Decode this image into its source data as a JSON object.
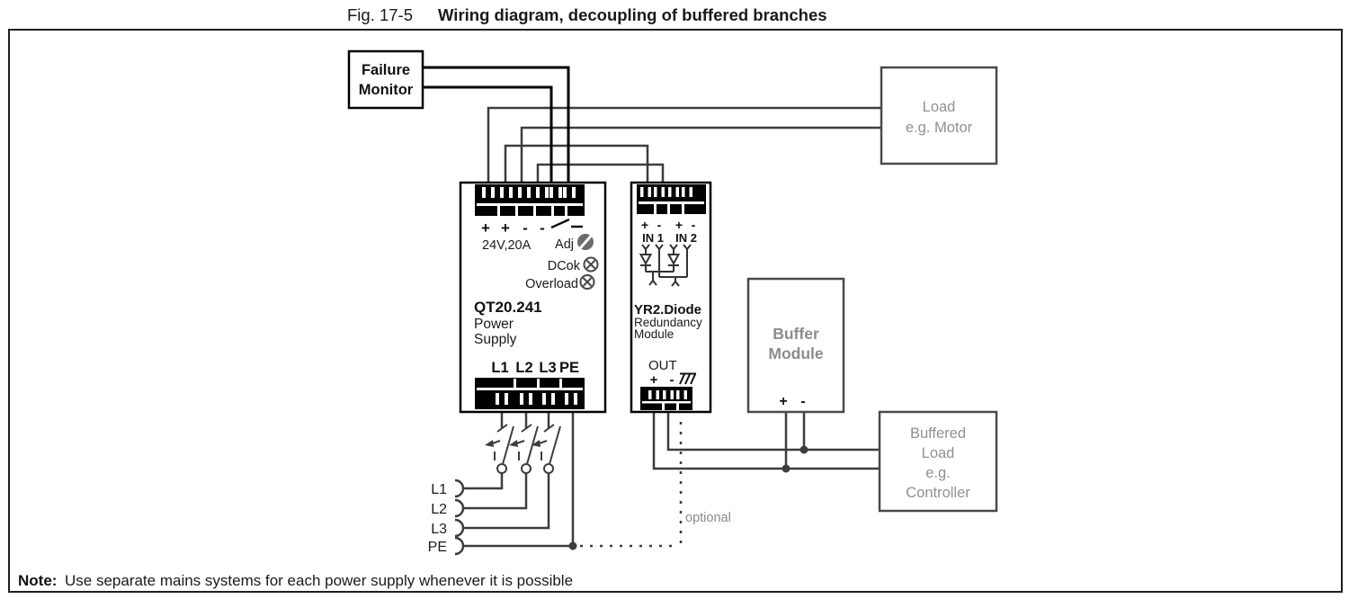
{
  "figure": {
    "label": "Fig. 17-5",
    "title": "Wiring diagram, decoupling of buffered branches"
  },
  "note": {
    "label": "Note:",
    "text": "Use separate mains systems for each power supply whenever it is possible"
  },
  "failure_monitor": {
    "line1": "Failure",
    "line2": "Monitor"
  },
  "power_supply": {
    "terminal_signs": [
      "+",
      "+",
      "-",
      "-"
    ],
    "rating": "24V,20A",
    "adj": "Adj",
    "dcok": "DCok",
    "overload": "Overload",
    "model": "QT20.241",
    "type_line1": "Power",
    "type_line2": "Supply",
    "mains_terminals": [
      "L1",
      "L2",
      "L3",
      "PE"
    ]
  },
  "redundancy_module": {
    "in1_plus": "+",
    "in1_minus": "-",
    "in2_plus": "+",
    "in2_minus": "-",
    "in1": "IN 1",
    "in2": "IN 2",
    "model": "YR2.Diode",
    "type_line1": "Redundancy",
    "type_line2": "Module",
    "out": "OUT",
    "out_plus": "+",
    "out_minus": "-"
  },
  "buffer_module": {
    "line1": "Buffer",
    "line2": "Module",
    "plus": "+",
    "minus": "-"
  },
  "load": {
    "line1": "Load",
    "line2": "e.g. Motor"
  },
  "buffered_load": {
    "line1": "Buffered",
    "line2": "Load",
    "line3": "e.g.",
    "line4": "Controller"
  },
  "mains_inputs": [
    "L1",
    "L2",
    "L3",
    "PE"
  ],
  "optional_label": "optional",
  "colors": {
    "wire_gray": "#3d3d3d",
    "module_black": "#000000",
    "gray_box_border": "#4a4a4a",
    "gray_box_text": "#909090",
    "adj_dial": "#6b6b6b"
  }
}
